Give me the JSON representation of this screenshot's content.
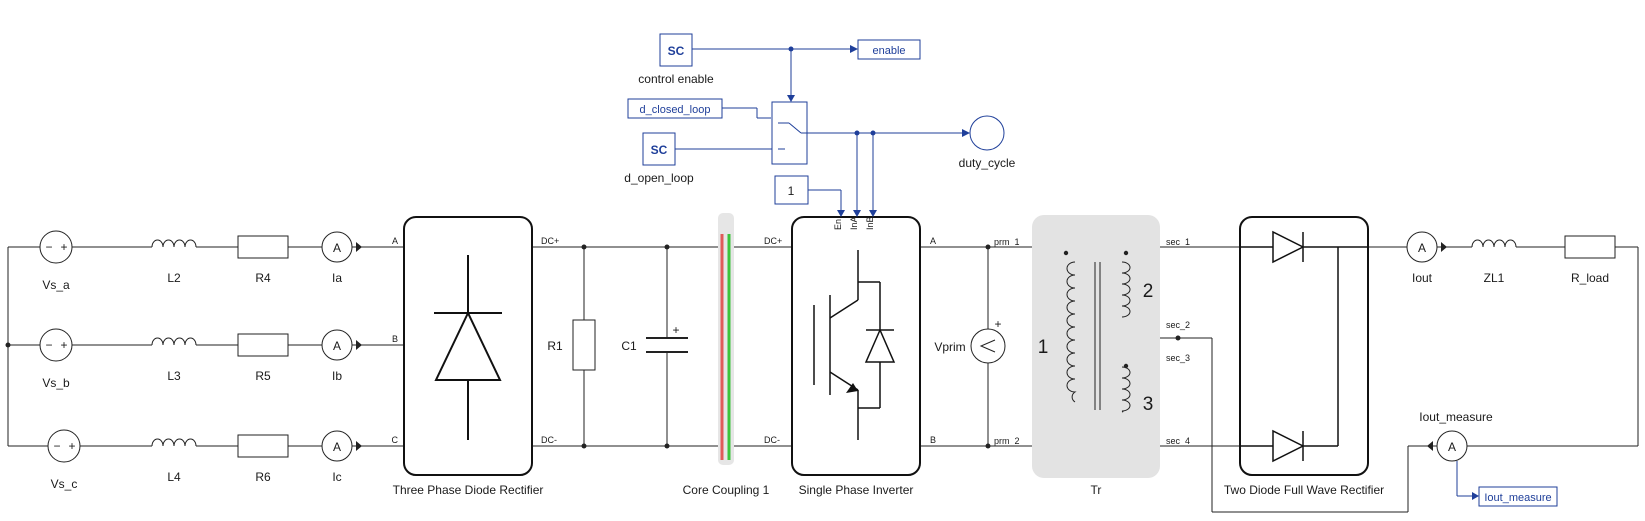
{
  "sources": {
    "a": "Vs_a",
    "b": "Vs_b",
    "c": "Vs_c"
  },
  "inductors": {
    "l2": "L2",
    "l3": "L3",
    "l4": "L4",
    "zl1": "ZL1"
  },
  "resistors": {
    "r4": "R4",
    "r5": "R5",
    "r6": "R6",
    "r1": "R1",
    "rload": "R_load"
  },
  "ammeters": {
    "ia": "Ia",
    "ib": "Ib",
    "ic": "Ic",
    "iout": "Iout",
    "iout_measure": "Iout_measure"
  },
  "capacitor": "C1",
  "voltmeter": "Vprim",
  "blocks": {
    "rectifier": "Three Phase Diode Rectifier",
    "coupling": "Core Coupling 1",
    "inverter": "Single Phase Inverter",
    "transformer": "Tr",
    "fullwave": "Two Diode Full Wave Rectifier"
  },
  "ports": {
    "a": "A",
    "b": "B",
    "c": "C",
    "dcp": "DC+",
    "dcm": "DC-",
    "inv_a": "A",
    "inv_b": "B",
    "prm1": "prm_1",
    "prm2": "prm_2",
    "sec1": "sec_1",
    "sec2": "sec_2",
    "sec3": "sec_3",
    "sec4": "sec_4",
    "en": "En",
    "ina": "InA",
    "inb": "InB"
  },
  "winding_numbers": {
    "w1": "1",
    "w2": "2",
    "w3": "3"
  },
  "control": {
    "sc_label": "SC",
    "control_enable": "control enable",
    "d_closed_loop": "d_closed_loop",
    "d_open_loop": "d_open_loop",
    "enable": "enable",
    "duty_cycle": "duty_cycle",
    "constant": "1",
    "iout_measure_tag": "Iout_measure"
  },
  "colors": {
    "signal": "#1f3f9a",
    "wire": "#222222",
    "coupling_red": "#e05a5a",
    "coupling_green": "#3cc43c",
    "transformer_bg": "#e3e3e3"
  }
}
